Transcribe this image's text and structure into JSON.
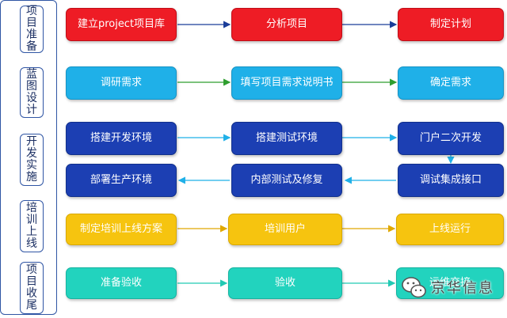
{
  "phases": [
    {
      "label": "项目准备"
    },
    {
      "label": "蓝图设计"
    },
    {
      "label": "开发实施"
    },
    {
      "label": "培训上线"
    },
    {
      "label": "项目收尾"
    }
  ],
  "rows": {
    "preparation": [
      "建立project项目库",
      "分析项目",
      "制定计划"
    ],
    "blueprint": [
      "调研需求",
      "填写项目需求说明书",
      "确定需求"
    ],
    "development_top": [
      "搭建开发环境",
      "搭建测试环境",
      "门户二次开发"
    ],
    "development_bottom": [
      "部署生产环境",
      "内部测试及修复",
      "调试集成接口"
    ],
    "training": [
      "制定培训上线方案",
      "培训用户",
      "上线运行"
    ],
    "closing": [
      "准备验收",
      "验收",
      "运维交接"
    ]
  },
  "watermark": {
    "text": "京华信息"
  },
  "colors": {
    "red": "#ee1c25",
    "cyan": "#1fb0e8",
    "navy": "#1c3fb3",
    "yellow": "#f6c40f",
    "teal": "#22d3be"
  }
}
